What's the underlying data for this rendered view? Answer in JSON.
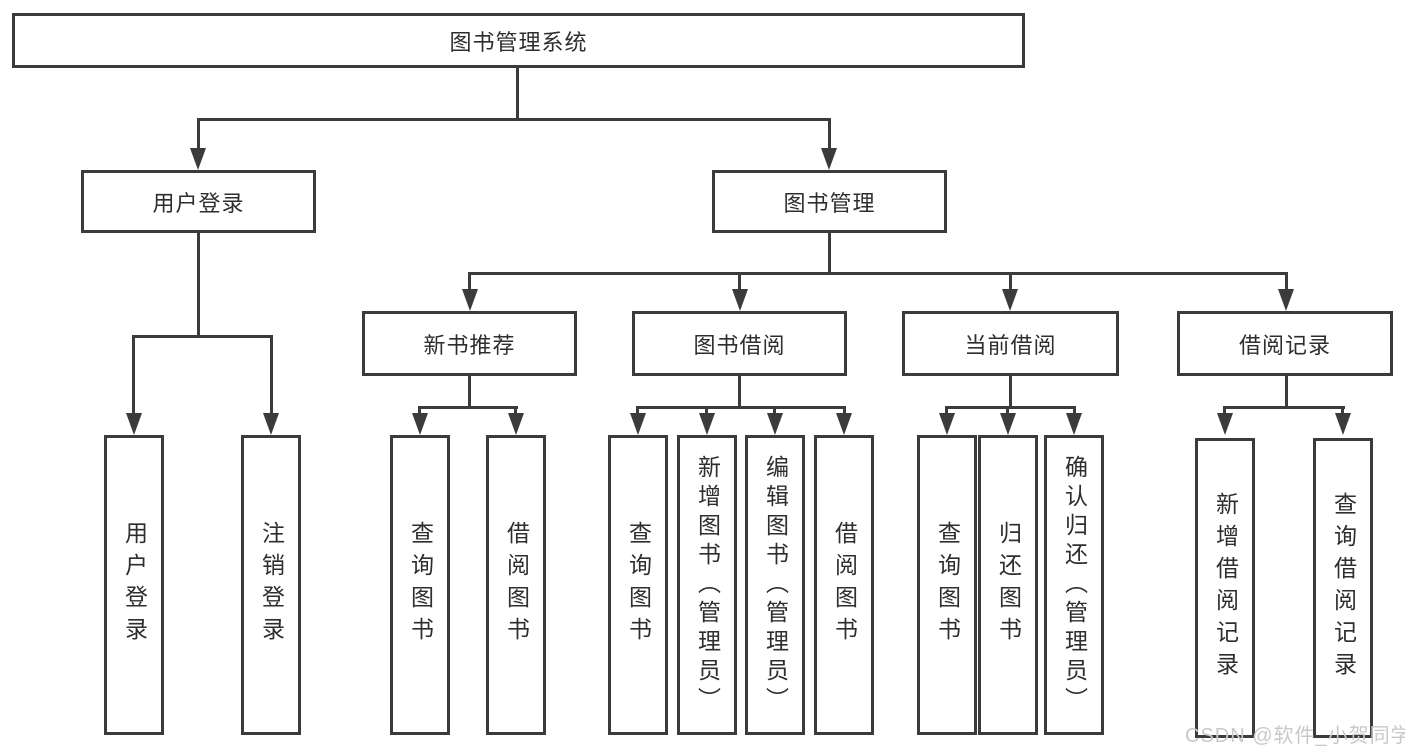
{
  "diagram": {
    "root": {
      "label": "图书管理系统"
    },
    "level1": [
      {
        "id": "user-login",
        "label": "用户登录"
      },
      {
        "id": "book-management",
        "label": "图书管理"
      }
    ],
    "level2": [
      {
        "id": "new-book-recommend",
        "label": "新书推荐"
      },
      {
        "id": "book-borrowing",
        "label": "图书借阅"
      },
      {
        "id": "current-borrowing",
        "label": "当前借阅"
      },
      {
        "id": "borrowing-records",
        "label": "借阅记录"
      }
    ],
    "leaves": [
      {
        "id": "user-login-leaf",
        "label": "用户登录"
      },
      {
        "id": "logout",
        "label": "注销登录"
      },
      {
        "id": "query-books-recommend",
        "label": "查询图书"
      },
      {
        "id": "borrow-books-recommend",
        "label": "借阅图书"
      },
      {
        "id": "query-books-borrowing",
        "label": "查询图书"
      },
      {
        "id": "add-books-admin",
        "label": "新增图书（管理员）"
      },
      {
        "id": "edit-books-admin",
        "label": "编辑图书（管理员）"
      },
      {
        "id": "borrow-books-borrowing",
        "label": "借阅图书"
      },
      {
        "id": "query-books-current",
        "label": "查询图书"
      },
      {
        "id": "return-books",
        "label": "归还图书"
      },
      {
        "id": "confirm-return-admin",
        "label": "确认归还（管理员）"
      },
      {
        "id": "add-borrow-record",
        "label": "新增借阅记录"
      },
      {
        "id": "query-borrow-record",
        "label": "查询借阅记录"
      }
    ]
  },
  "watermark": {
    "text": "CSDN @软件_小贺同学"
  },
  "colors": {
    "line": "#3b3b3b",
    "text": "#2e2e2e",
    "watermark": "#c9c9c9",
    "bg": "#ffffff"
  }
}
